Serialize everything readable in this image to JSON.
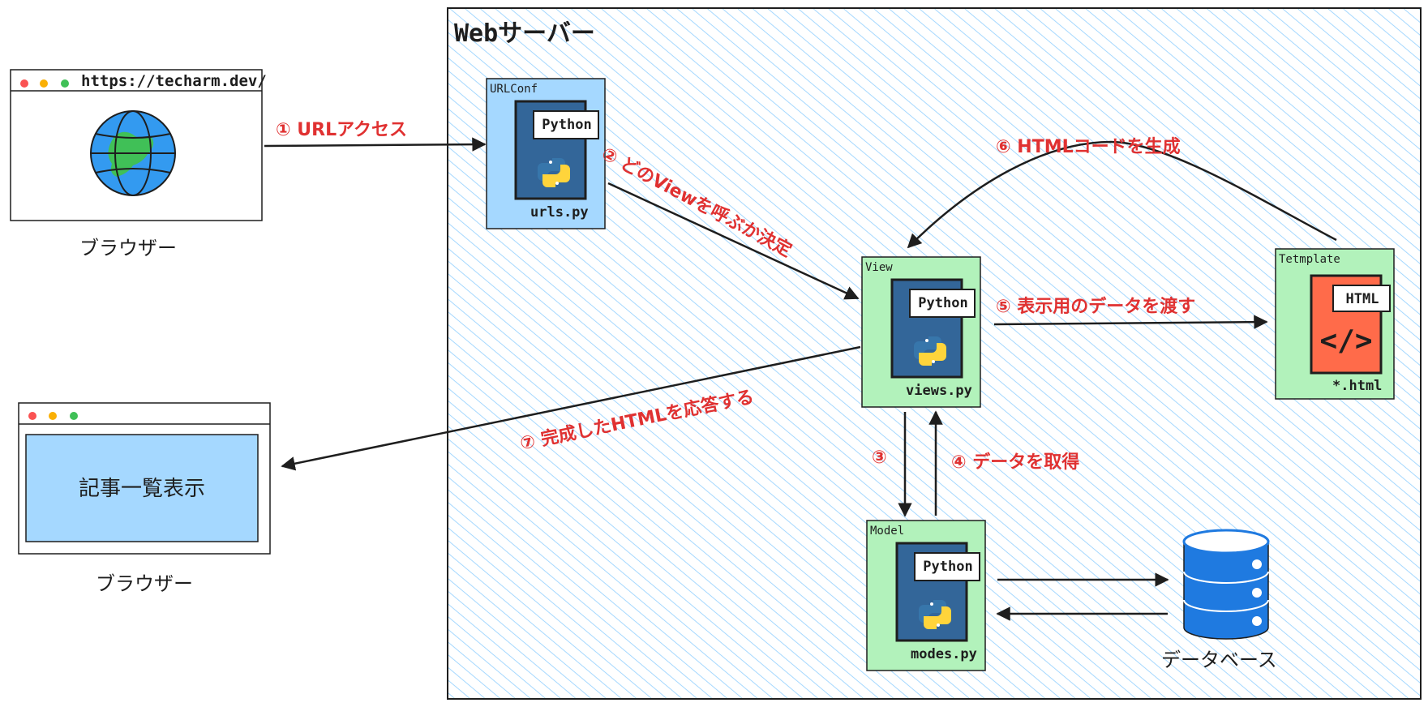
{
  "server": {
    "title": "Webサーバー"
  },
  "browser_top": {
    "url": "https://techarm.dev/",
    "caption": "ブラウザー"
  },
  "browser_bottom": {
    "content": "記事一覧表示",
    "caption": "ブラウザー"
  },
  "urlconf": {
    "label": "URLConf",
    "badge": "Python",
    "file": "urls.py"
  },
  "view": {
    "label": "View",
    "badge": "Python",
    "file": "views.py"
  },
  "model": {
    "label": "Model",
    "badge": "Python",
    "file": "modes.py"
  },
  "template": {
    "label": "Tetmplate",
    "badge": "HTML",
    "symbol": "</>",
    "file": "*.html"
  },
  "database": {
    "caption": "データベース"
  },
  "steps": {
    "s1": "① URLアクセス",
    "s2": "② どのViewを呼ぶか決定",
    "s3": "③",
    "s4": "④ データを取得",
    "s5": "⑤ 表示用のデータを渡す",
    "s6": "⑥ HTMLコードを生成",
    "s7": "⑦ 完成したHTMLを応答する"
  },
  "colors": {
    "red_text": "#e03131",
    "light_blue": "#a5d8ff",
    "light_green": "#b2f2bb",
    "dark_blue": "#336699",
    "orange": "#ff6b4a",
    "db_blue": "#1f7ae0",
    "hatch": "#a5d8ff"
  }
}
